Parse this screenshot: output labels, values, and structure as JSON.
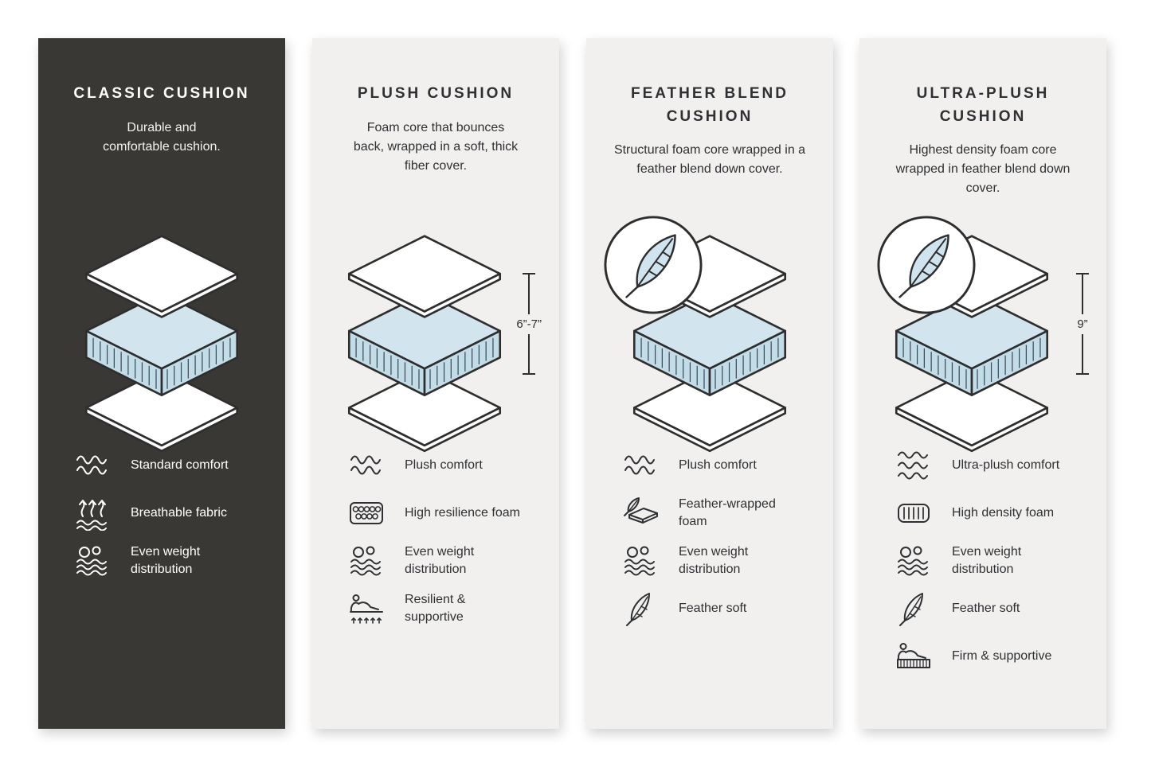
{
  "colors": {
    "dark_panel": "#3a3835",
    "light_panel": "#f1f0ee",
    "foam_blue_top": "#d2e5ef",
    "foam_blue_side": "#c2dce8",
    "outline": "#2e2e2e"
  },
  "panels": [
    {
      "id": "classic",
      "theme": "dark",
      "title": "CLASSIC CUSHION",
      "description": "Durable and comfortable cushion.",
      "has_feather_badge": false,
      "measurement": null,
      "features": [
        {
          "icon": "comfort-wave-icon",
          "label": "Standard comfort"
        },
        {
          "icon": "breathable-fabric-icon",
          "label": "Breathable fabric"
        },
        {
          "icon": "even-weight-icon",
          "label": "Even weight distribution"
        }
      ]
    },
    {
      "id": "plush",
      "theme": "light",
      "title": "PLUSH CUSHION",
      "description": "Foam core that bounces back, wrapped in a soft, thick fiber cover.",
      "has_feather_badge": false,
      "measurement": "6”-7”",
      "features": [
        {
          "icon": "comfort-wave-icon",
          "label": "Plush comfort"
        },
        {
          "icon": "high-resilience-foam-icon",
          "label": "High resilience foam"
        },
        {
          "icon": "even-weight-icon",
          "label": "Even weight distribution"
        },
        {
          "icon": "resilient-supportive-icon",
          "label": "Resilient & supportive"
        }
      ]
    },
    {
      "id": "feather-blend",
      "theme": "light",
      "title": "FEATHER BLEND CUSHION",
      "description": "Structural foam core wrapped in a feather blend down cover.",
      "has_feather_badge": true,
      "measurement": null,
      "features": [
        {
          "icon": "comfort-wave-icon",
          "label": "Plush comfort"
        },
        {
          "icon": "feather-wrapped-foam-icon",
          "label": "Feather-wrapped foam"
        },
        {
          "icon": "even-weight-icon",
          "label": "Even weight distribution"
        },
        {
          "icon": "feather-soft-icon",
          "label": "Feather soft"
        }
      ]
    },
    {
      "id": "ultra-plush",
      "theme": "light",
      "title": "ULTRA-PLUSH CUSHION",
      "description": "Highest density foam core wrapped in feather blend down cover.",
      "has_feather_badge": true,
      "measurement": "9”",
      "features": [
        {
          "icon": "ultra-comfort-wave-icon",
          "label": "Ultra-plush comfort"
        },
        {
          "icon": "high-density-foam-icon",
          "label": "High density foam"
        },
        {
          "icon": "even-weight-icon",
          "label": "Even weight distribution"
        },
        {
          "icon": "feather-soft-icon",
          "label": "Feather soft"
        },
        {
          "icon": "firm-supportive-icon",
          "label": "Firm & supportive"
        }
      ]
    }
  ]
}
